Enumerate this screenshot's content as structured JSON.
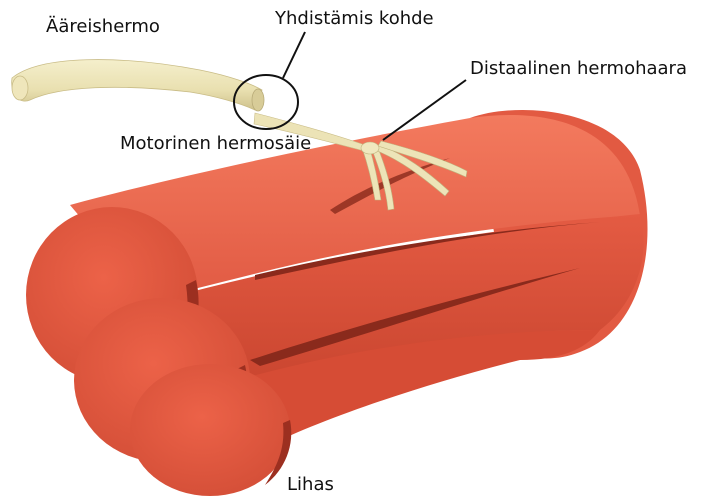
{
  "labels": {
    "peripheral_nerve": "Ääreishermo",
    "junction_site": "Yhdistämis kohde",
    "distal_branch": "Distaalinen hermohaara",
    "motor_fiber": "Motorinen hermosäie",
    "muscle": "Lihas"
  },
  "colors": {
    "muscle_light": "#f06a4f",
    "muscle_mid": "#dd5640",
    "muscle_dark": "#b23a29",
    "nerve_light": "#f3ecc4",
    "nerve_mid": "#e6dcaa",
    "nerve_dark": "#b8ab78",
    "line": "#111111"
  }
}
